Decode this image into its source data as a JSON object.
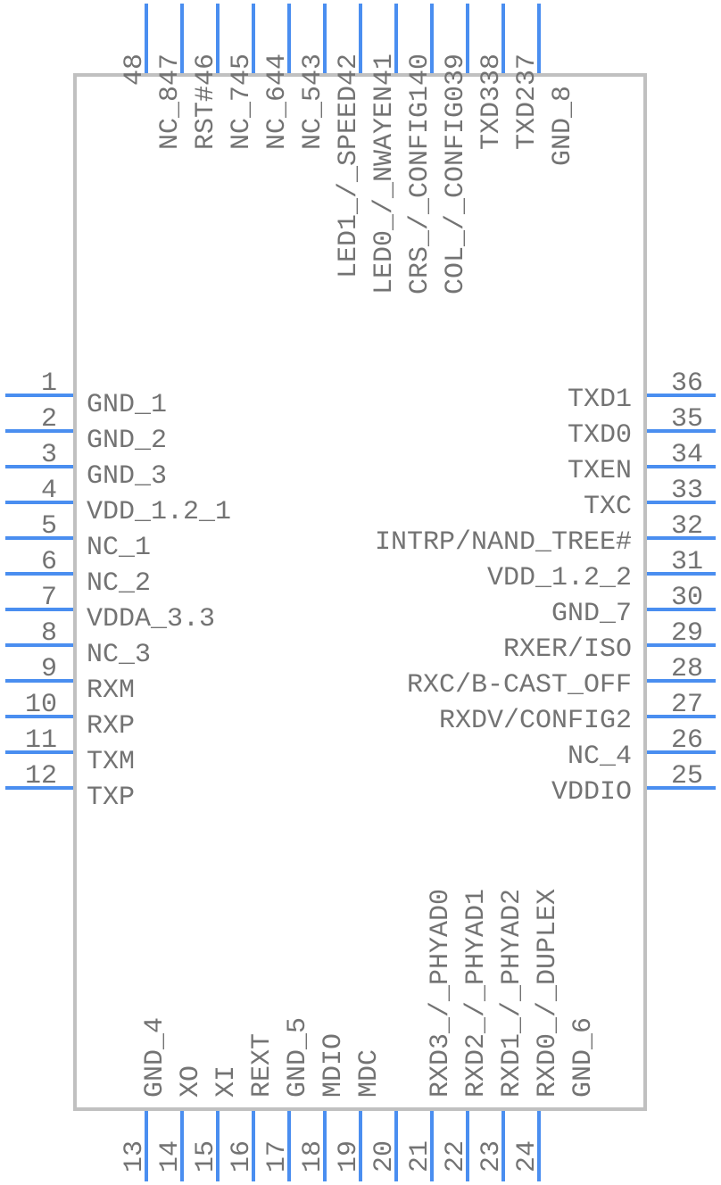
{
  "component": {
    "body_color": "#c0c0c0",
    "pin_color": "#4a8ef0",
    "text_color": "#737373"
  },
  "pins": {
    "left": [
      {
        "num": "1",
        "name": "GND_1",
        "overbar": ""
      },
      {
        "num": "2",
        "name": "GND_2",
        "overbar": ""
      },
      {
        "num": "3",
        "name": "GND_3",
        "overbar": ""
      },
      {
        "num": "4",
        "name": "VDD_1.2_1",
        "overbar": ""
      },
      {
        "num": "5",
        "name": "NC_1",
        "overbar": ""
      },
      {
        "num": "6",
        "name": "NC_2",
        "overbar": ""
      },
      {
        "num": "7",
        "name": "VDDA_3.3",
        "overbar": ""
      },
      {
        "num": "8",
        "name": "NC_3",
        "overbar": ""
      },
      {
        "num": "9",
        "name": "RXM",
        "overbar": "M"
      },
      {
        "num": "10",
        "name": "RXP",
        "overbar": ""
      },
      {
        "num": "11",
        "name": "TXM",
        "overbar": ""
      },
      {
        "num": "12",
        "name": "TXP",
        "overbar": ""
      }
    ],
    "bottom": [
      {
        "num": "13",
        "name": "GND_4"
      },
      {
        "num": "14",
        "name": "XO"
      },
      {
        "num": "15",
        "name": "XI"
      },
      {
        "num": "16",
        "name": "REXT"
      },
      {
        "num": "17",
        "name": "GND_5"
      },
      {
        "num": "18",
        "name": "MDIO",
        "overbar": "O"
      },
      {
        "num": "19",
        "name": "MDC"
      },
      {
        "num": "20",
        "name": ""
      },
      {
        "num": "21",
        "name": "RXD3_/_PHYAD0"
      },
      {
        "num": "22",
        "name": "RXD2_/_PHYAD1"
      },
      {
        "num": "23",
        "name": "RXD1_/_PHYAD2"
      },
      {
        "num": "24",
        "name": "RXD0_/_DUPLEX"
      },
      {
        "num": "",
        "name": "GND_6"
      }
    ],
    "right": [
      {
        "num": "36",
        "name": "TXD1"
      },
      {
        "num": "35",
        "name": "TXD0"
      },
      {
        "num": "34",
        "name": "TXEN"
      },
      {
        "num": "33",
        "name": "TXC"
      },
      {
        "num": "32",
        "name": "INTRP/NAND_TREE#"
      },
      {
        "num": "31",
        "name": "VDD_1.2_2"
      },
      {
        "num": "30",
        "name": "GND_7"
      },
      {
        "num": "29",
        "name": "RXER/ISO",
        "overbar": "I"
      },
      {
        "num": "28",
        "name": "RXC/B-CAST_OFF"
      },
      {
        "num": "27",
        "name": "RXDV/CONFIG2",
        "overbar": "F"
      },
      {
        "num": "26",
        "name": "NC_4"
      },
      {
        "num": "25",
        "name": "VDDIO",
        "overbar": "I"
      }
    ],
    "top": [
      {
        "num": "48",
        "name": ""
      },
      {
        "num": "47",
        "name": "NC_8"
      },
      {
        "num": "46",
        "name": "RST#",
        "overbar": "T"
      },
      {
        "num": "45",
        "name": "NC_7"
      },
      {
        "num": "44",
        "name": "NC_6"
      },
      {
        "num": "43",
        "name": "NC_5"
      },
      {
        "num": "42",
        "name": "LED1_/_SPEED"
      },
      {
        "num": "41",
        "name": "LED0_/_NWAYEN"
      },
      {
        "num": "40",
        "name": "CRS_/_CONFIG1"
      },
      {
        "num": "39",
        "name": "COL_/_CONFIG0"
      },
      {
        "num": "38",
        "name": "TXD3"
      },
      {
        "num": "37",
        "name": "TXD2"
      },
      {
        "num": "",
        "name": "GND_8"
      }
    ]
  }
}
